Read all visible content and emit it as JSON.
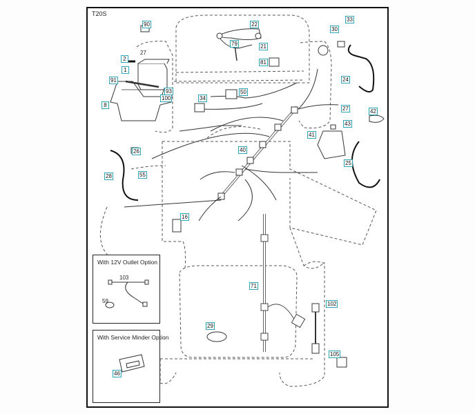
{
  "diagram": {
    "title": "T20S",
    "accent_color": "#2aa6b5",
    "callouts": [
      {
        "id": "90",
        "part": "connector-clip"
      },
      {
        "id": "27",
        "part": "nut",
        "plain": true
      },
      {
        "id": "2",
        "part": "bolt"
      },
      {
        "id": "1",
        "part": "battery"
      },
      {
        "id": "91",
        "part": "battery-strap"
      },
      {
        "id": "93",
        "part": "bolt"
      },
      {
        "id": "100",
        "part": "nut"
      },
      {
        "id": "8",
        "part": "battery-tray"
      },
      {
        "id": "22",
        "part": "headlight-harness"
      },
      {
        "id": "79",
        "part": "headlight-connector"
      },
      {
        "id": "21",
        "part": "headlight-bulb"
      },
      {
        "id": "81",
        "part": "relay"
      },
      {
        "id": "30",
        "part": "ignition-switch"
      },
      {
        "id": "33",
        "part": "key"
      },
      {
        "id": "24",
        "part": "battery-cable"
      },
      {
        "id": "34",
        "part": "fuse-holder"
      },
      {
        "id": "50",
        "part": "module"
      },
      {
        "id": "27b",
        "label": "27",
        "part": "nut"
      },
      {
        "id": "42",
        "part": "terminal-boot"
      },
      {
        "id": "41",
        "part": "bolt"
      },
      {
        "id": "43",
        "part": "solenoid"
      },
      {
        "id": "26",
        "part": "terminal-cover"
      },
      {
        "id": "40",
        "part": "main-wire-harness"
      },
      {
        "id": "28",
        "part": "ground-cable"
      },
      {
        "id": "55",
        "part": "ground-screw"
      },
      {
        "id": "25",
        "part": "starter-cable"
      },
      {
        "id": "16",
        "part": "seat-switch"
      },
      {
        "id": "71",
        "part": "engine-harness"
      },
      {
        "id": "29",
        "part": "light-switch"
      },
      {
        "id": "102",
        "part": "safety-switch"
      },
      {
        "id": "105",
        "part": "pto-switch"
      },
      {
        "id": "46",
        "part": "service-minder"
      }
    ],
    "insets": [
      {
        "title": "With 12V Outlet Option",
        "labels": [
          "103",
          "59"
        ]
      },
      {
        "title": "With Service Minder Option",
        "labels": [
          "46"
        ]
      }
    ]
  }
}
